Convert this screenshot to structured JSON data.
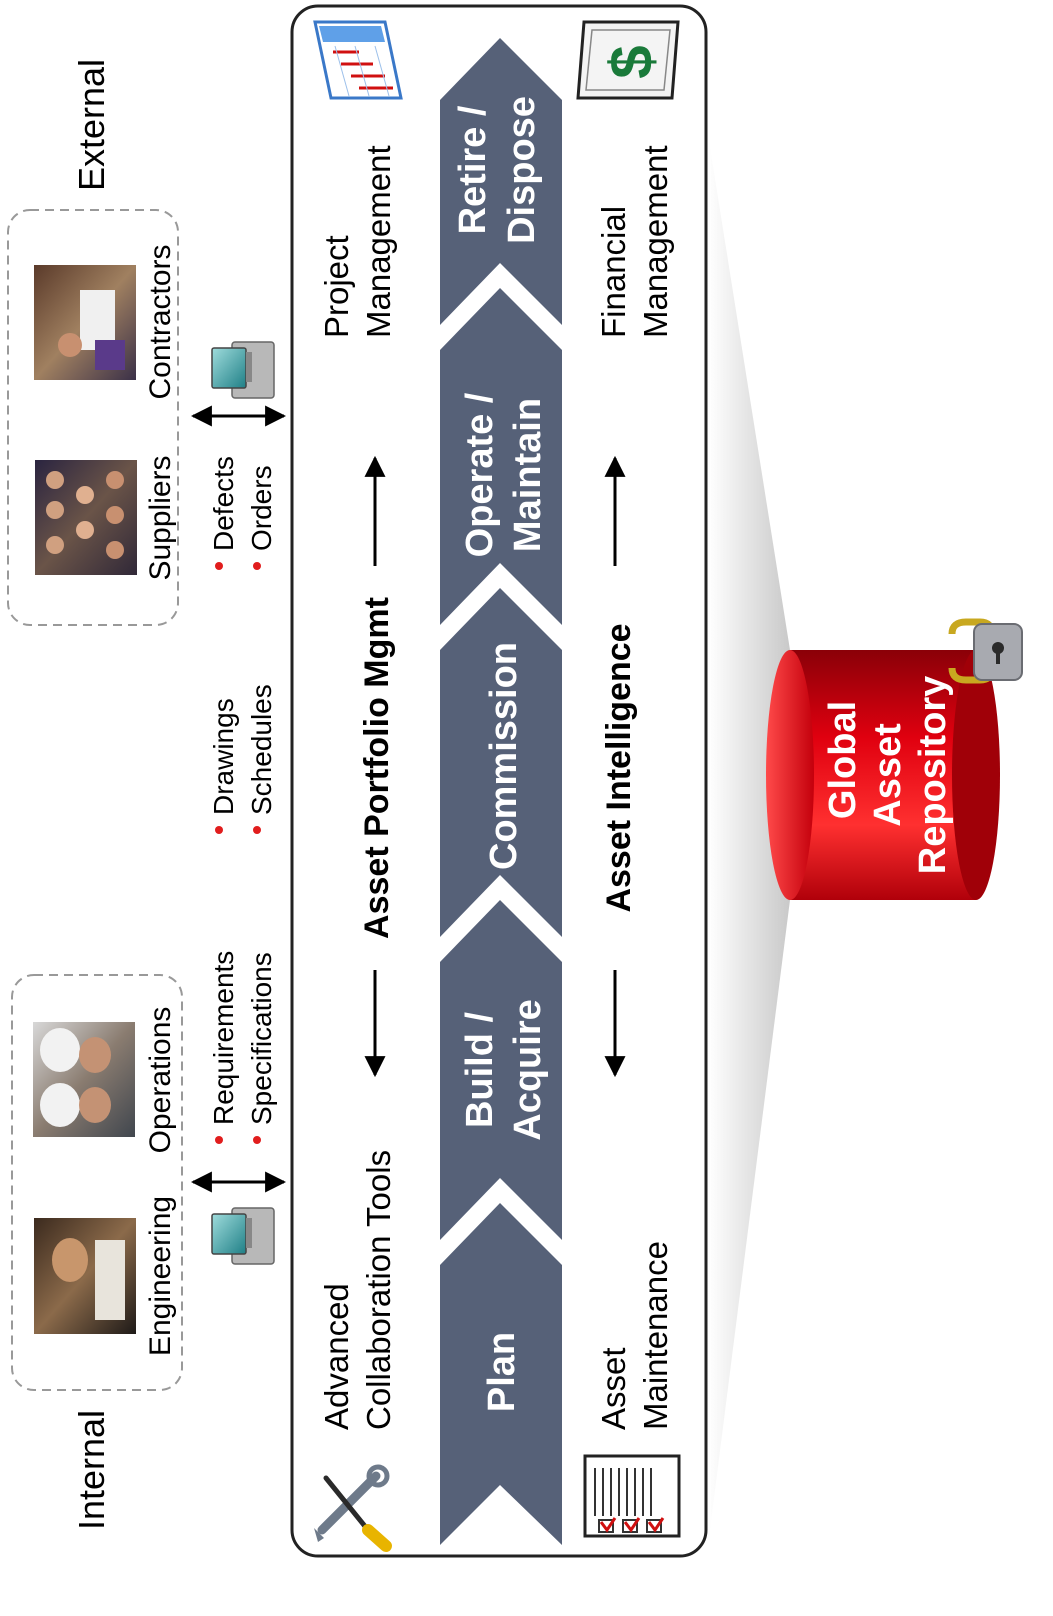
{
  "groups": {
    "internal_label": "Internal",
    "external_label": "External",
    "people": [
      {
        "label": "Engineering"
      },
      {
        "label": "Operations"
      },
      {
        "label": "Suppliers"
      },
      {
        "label": "Contractors"
      }
    ]
  },
  "exchange_items": {
    "group_a": {
      "item1": "Requirements",
      "item2": "Specifications"
    },
    "group_b": {
      "item1": "Drawings",
      "item2": "Schedules"
    },
    "group_c": {
      "item1": "Defects",
      "item2": "Orders"
    }
  },
  "tools": {
    "collaboration": {
      "line1": "Advanced",
      "line2": "Collaboration Tools"
    },
    "project": {
      "line1": "Project",
      "line2": "Management"
    },
    "maintenance": {
      "line1": "Asset",
      "line2": "Maintenance"
    },
    "financial": {
      "line1": "Financial",
      "line2": "Management"
    }
  },
  "bands": {
    "top": "Asset Portfolio Mgmt",
    "bottom": "Asset Intelligence"
  },
  "lifecycle": {
    "stage1": {
      "line1": "Plan",
      "line2": ""
    },
    "stage2": {
      "line1": "Build /",
      "line2": "Acquire"
    },
    "stage3": {
      "line1": "Commission",
      "line2": ""
    },
    "stage4": {
      "line1": "Operate /",
      "line2": "Maintain"
    },
    "stage5": {
      "line1": "Retire /",
      "line2": "Dispose"
    }
  },
  "repository": {
    "line1": "Global",
    "line2": "Asset",
    "line3": "Repository"
  },
  "colors": {
    "chevron": "#566178",
    "repository_red": "#e0000f",
    "bullet_red": "#e11d1d",
    "frame": "#222222"
  },
  "icons": [
    "computer-icon",
    "tools-icon",
    "gantt-chart-icon",
    "dollar-bill-icon",
    "checklist-icon",
    "padlock-icon"
  ]
}
